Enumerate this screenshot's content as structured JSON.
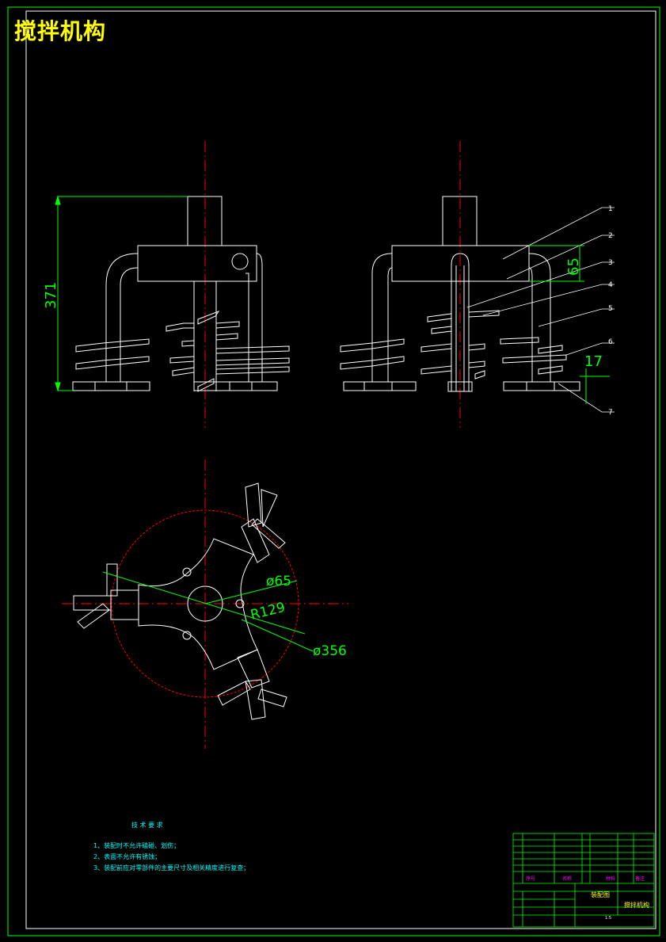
{
  "drawing": {
    "title": "搅拌机构",
    "dimensions": {
      "height": "371",
      "offset": "65",
      "small": "17",
      "dia_small": "ø65",
      "radius": "R129",
      "dia_large": "ø356"
    },
    "balloons": [
      "1",
      "2",
      "3",
      "4",
      "5",
      "6",
      "7"
    ]
  },
  "tech_requirements": {
    "heading": "技 术 要 求",
    "items": [
      "1、装配时不允许磕碰、划伤；",
      "2、表面不允许有锈蚀；",
      "3、装配前应对零部件的主要尺寸及相关精度进行复查；"
    ]
  },
  "title_block": {
    "part_name": "搅拌机构",
    "sheet": "装配图",
    "scale": "1:5",
    "material_header": "材料",
    "name_header": "名称",
    "seq_header": "序号",
    "remark_header": "备注"
  },
  "colors": {
    "background": "#000000",
    "geometry": "#ffffff",
    "centerline": "#ff0000",
    "dimension": "#00ff00",
    "title": "#ffff00",
    "notes": "#00ffff"
  }
}
